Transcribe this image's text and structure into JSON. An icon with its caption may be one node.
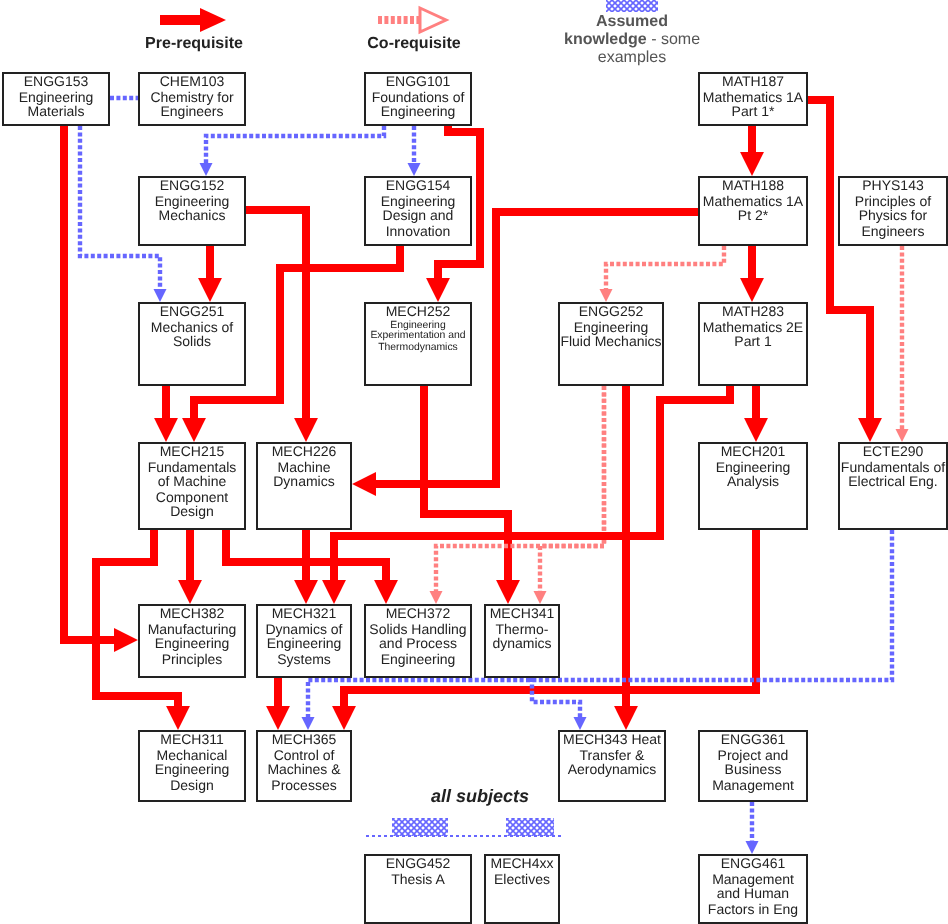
{
  "diagram": {
    "nodes": [
      {
        "text": [
          "ENGG153",
          "Engineering Materials"
        ]
      },
      {
        "text": [
          "CHEM103",
          "Chemistry for Engineers"
        ]
      },
      {
        "text": [
          "ENGG101",
          "Foundations of Engineering"
        ]
      },
      {
        "text": [
          "MATH187",
          "Mathematics 1A Part 1*"
        ]
      },
      {
        "text": [
          "ENGG152",
          "Engineering Mechanics"
        ]
      },
      {
        "text": [
          "ENGG154",
          "Engineering Design and Innovation"
        ]
      },
      {
        "text": [
          "MATH188",
          "Mathematics 1A Pt 2*"
        ]
      },
      {
        "text": [
          "PHYS143",
          "Principles of Physics for Engineers"
        ]
      },
      {
        "text": [
          "ENGG251",
          "Mechanics of Solids"
        ]
      },
      {
        "text": [
          "MECH252",
          "Engineering Experimentation and Thermodynamics"
        ]
      },
      {
        "text": [
          "ENGG252",
          "Engineering Fluid Mechanics"
        ]
      },
      {
        "text": [
          "MATH283",
          "Mathematics 2E Part 1"
        ]
      },
      {
        "text": [
          "MECH215",
          "Fundamentals of Machine Component Design"
        ]
      },
      {
        "text": [
          "MECH226",
          "Machine Dynamics"
        ]
      },
      {
        "text": [
          "MECH201",
          "Engineering Analysis"
        ]
      },
      {
        "text": [
          "ECTE290",
          "Fundamentals of Electrical Eng."
        ]
      },
      {
        "text": [
          "MECH382",
          "Manufacturing Engineering Principles"
        ]
      },
      {
        "text": [
          "MECH321",
          "Dynamics of Engineering Systems"
        ]
      },
      {
        "text": [
          "MECH372",
          "Solids Handling and Process Engineering"
        ]
      },
      {
        "text": [
          "MECH341",
          "Thermo-dynamics"
        ]
      },
      {
        "text": [
          "MECH311",
          "Mechanical Engineering Design"
        ]
      },
      {
        "text": [
          "MECH365",
          "Control of Machines & Processes"
        ]
      },
      {
        "text": [
          "MECH343 Heat Transfer & Aerodynamics"
        ]
      },
      {
        "text": [
          "ENGG361",
          "Project and Business Management"
        ]
      },
      {
        "text": [
          "ENGG452",
          "Thesis A"
        ]
      },
      {
        "text": [
          "MECH4xx",
          "Electives"
        ]
      },
      {
        "text": [
          "ENGG461",
          "Management and Human Factors in Eng"
        ]
      }
    ],
    "edges": [
      {
        "from": 0,
        "to": 1,
        "arrow": "none",
        "style": "dashed",
        "color": "#6666ff"
      },
      {
        "from": 0,
        "to": 8,
        "arrow": "to",
        "style": "dashed",
        "color": "#6666ff"
      },
      {
        "from": 2,
        "to": 4,
        "arrow": "to",
        "style": "dashed",
        "color": "#6666ff"
      },
      {
        "from": 2,
        "to": 5,
        "arrow": "to",
        "style": "dashed",
        "color": "#6666ff"
      },
      {
        "from": 2,
        "to": 9,
        "arrow": "to"
      },
      {
        "from": 3,
        "to": 6,
        "arrow": "to"
      },
      {
        "from": 3,
        "to": 15,
        "arrow": "to"
      },
      {
        "from": 4,
        "to": 8,
        "arrow": "to"
      },
      {
        "from": 4,
        "to": 13,
        "arrow": "to"
      },
      {
        "from": 5,
        "to": 12,
        "arrow": "to"
      },
      {
        "from": 6,
        "to": 11,
        "arrow": "to"
      },
      {
        "from": 6,
        "to": 13,
        "arrow": "to"
      },
      {
        "from": 6,
        "to": 10,
        "arrow": "to",
        "style": "dashed",
        "color": "#ff8080"
      },
      {
        "from": 7,
        "to": 15,
        "arrow": "to",
        "style": "dashed",
        "color": "#ff8080"
      },
      {
        "from": 8,
        "to": 12,
        "arrow": "to"
      },
      {
        "from": 9,
        "to": 19,
        "arrow": "to"
      },
      {
        "from": 10,
        "to": 22,
        "arrow": "to"
      },
      {
        "from": 10,
        "to": 19,
        "arrow": "to",
        "style": "dashed",
        "color": "#ff8080"
      },
      {
        "from": 10,
        "to": 18,
        "arrow": "to",
        "style": "dashed",
        "color": "#ff8080"
      },
      {
        "from": 11,
        "to": 14,
        "arrow": "to"
      },
      {
        "from": 11,
        "to": 17,
        "arrow": "to"
      },
      {
        "from": 12,
        "to": 16,
        "arrow": "to"
      },
      {
        "from": 12,
        "to": 18,
        "arrow": "to"
      },
      {
        "from": 12,
        "to": 20,
        "arrow": "to"
      },
      {
        "from": 0,
        "to": 16,
        "arrow": "to"
      },
      {
        "from": 13,
        "to": 17,
        "arrow": "to"
      },
      {
        "from": 17,
        "to": 21,
        "arrow": "to"
      },
      {
        "from": 14,
        "to": 21,
        "arrow": "to"
      },
      {
        "from": 15,
        "to": 21,
        "arrow": "to",
        "style": "dashed",
        "color": "#6666ff"
      },
      {
        "from": 19,
        "to": 22,
        "arrow": "to",
        "style": "dashed",
        "color": "#6666ff"
      },
      {
        "from": 23,
        "to": 26,
        "arrow": "to",
        "style": "dashed",
        "color": "#6666ff"
      }
    ],
    "labels": [
      "all subjects"
    ],
    "legend": [
      {
        "text": "Pre-requisite"
      },
      {
        "text": "Co-requisite"
      },
      {
        "text": "**Assumed knowledge** - some examples"
      }
    ]
  }
}
